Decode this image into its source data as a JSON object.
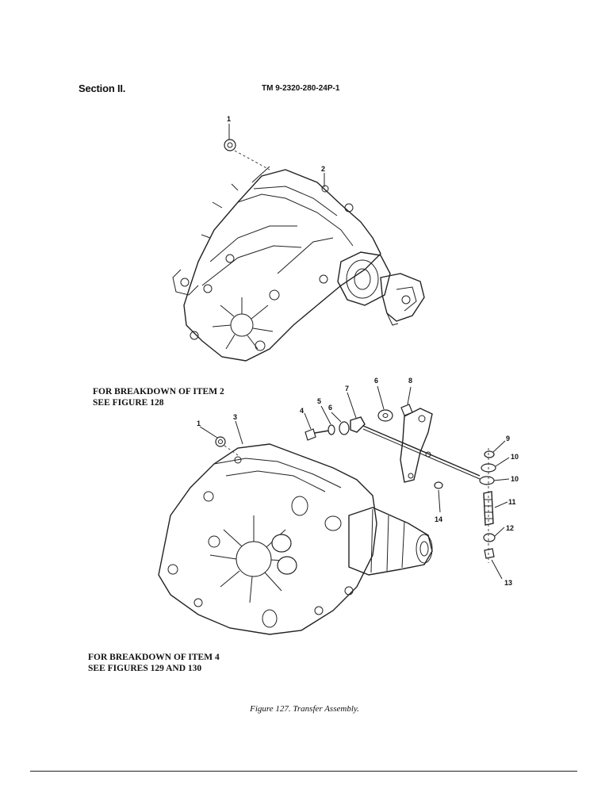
{
  "header": {
    "section": "Section II.",
    "doc_number": "TM 9-2320-280-24P-1"
  },
  "notes": {
    "item2_line1": "FOR BREAKDOWN OF ITEM 2",
    "item2_line2": "SEE FIGURE 128",
    "item4_line1": "FOR BREAKDOWN OF ITEM 4",
    "item4_line2": "SEE FIGURES 129 AND 130"
  },
  "caption": "Figure 127.  Transfer Assembly.",
  "callouts": {
    "top_1": "1",
    "top_2": "2",
    "c1": "1",
    "c3": "3",
    "c4": "4",
    "c5": "5",
    "c6a": "6",
    "c7": "7",
    "c6b": "6",
    "c8": "8",
    "c9": "9",
    "c10a": "10",
    "c10b": "10",
    "c11": "11",
    "c12": "12",
    "c13": "13",
    "c14": "14"
  }
}
